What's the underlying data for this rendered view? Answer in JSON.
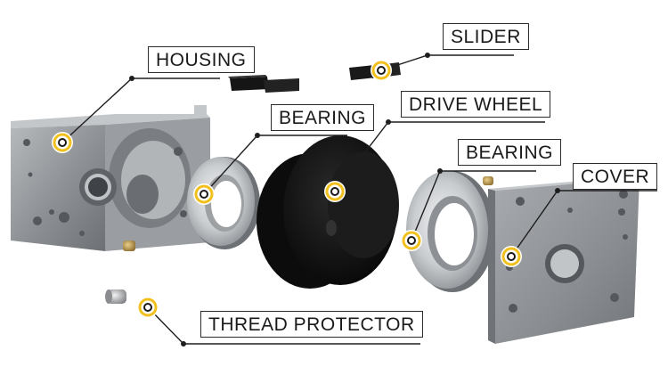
{
  "labels": {
    "housing": "HOUSING",
    "slider": "SLIDER",
    "bearing_left": "BEARING",
    "drive_wheel": "DRIVE WHEEL",
    "bearing_right": "BEARING",
    "cover": "COVER",
    "thread_protector": "THREAD PROTECTOR"
  },
  "colors": {
    "background": "#ffffff",
    "part_gray": "#8c8f93",
    "wheel_black": "#111111",
    "marker_yellow": "#f2c01c",
    "leader_line": "#1e1e1e"
  }
}
